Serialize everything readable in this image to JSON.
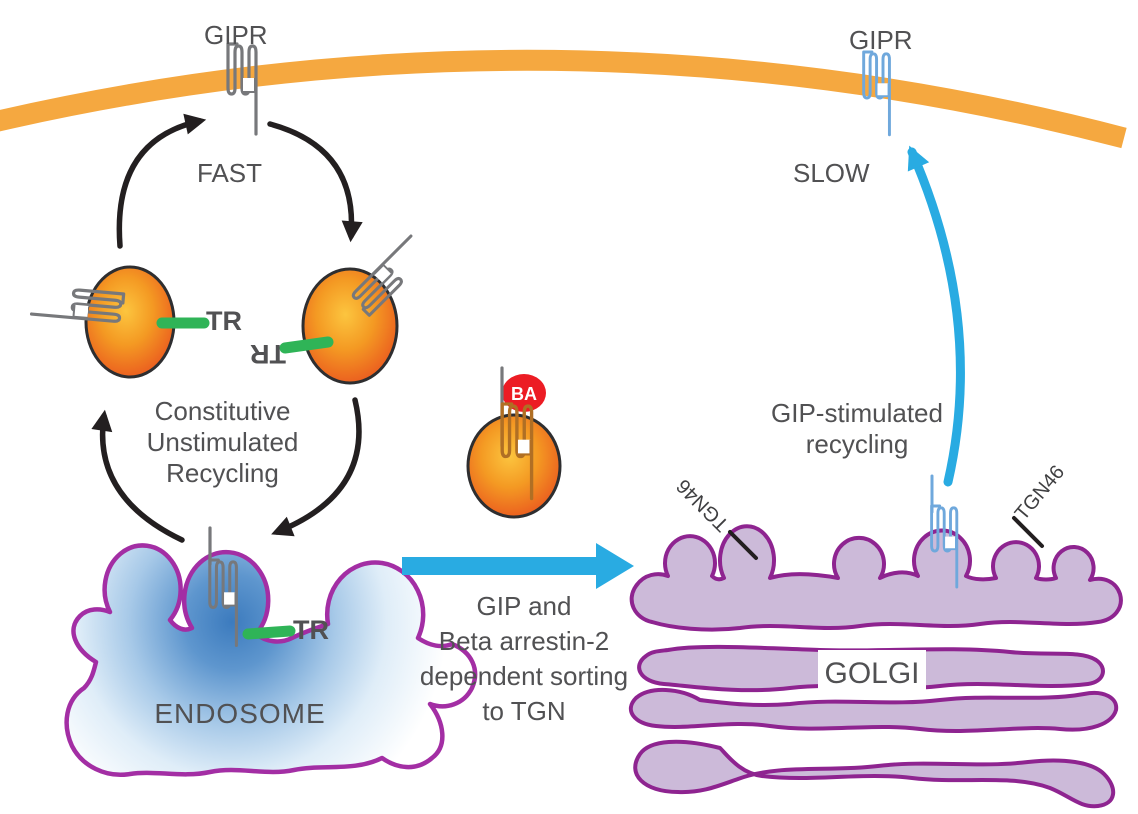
{
  "figure": {
    "description": "GIPR receptor trafficking pathway diagram: fast constitutive recycling via endosome vs slow GIP-stimulated recycling via Golgi/TGN",
    "labels": {
      "gipr": "GIPR",
      "fast": "FAST",
      "slow": "SLOW",
      "tr": "TR",
      "ba": "BA",
      "endosome": "ENDOSOME",
      "golgi": "GOLGI",
      "tgn46": "TGN46",
      "constitutive_lines": [
        "Constitutive",
        "Unstimulated",
        "Recycling"
      ],
      "gip_stimulated_lines": [
        "GIP-stimulated",
        "recycling"
      ],
      "sorting_lines": [
        "GIP and",
        "Beta arrestin-2",
        "dependent sorting",
        "to TGN"
      ]
    },
    "colors": {
      "membrane_orange": "#F5A840",
      "arrow_blue": "#29ABE2",
      "arrow_black": "#231F20",
      "receptor_gray": "#77787B",
      "receptor_blue": "#6FA8DC",
      "receptor_tan": "#B06F24",
      "tr_green": "#2FB457",
      "ba_red": "#EC1C24",
      "vesicle_center_yellow": "#FCC53F",
      "vesicle_edge_orange": "#E9511E",
      "endosome_outline_purple": "#A32EA4",
      "endosome_core_blue": "#3C7BBE",
      "golgi_outline_purple": "#8E2490",
      "golgi_fill_lavender": "#CCBAD9",
      "text_gray": "#515153"
    }
  }
}
